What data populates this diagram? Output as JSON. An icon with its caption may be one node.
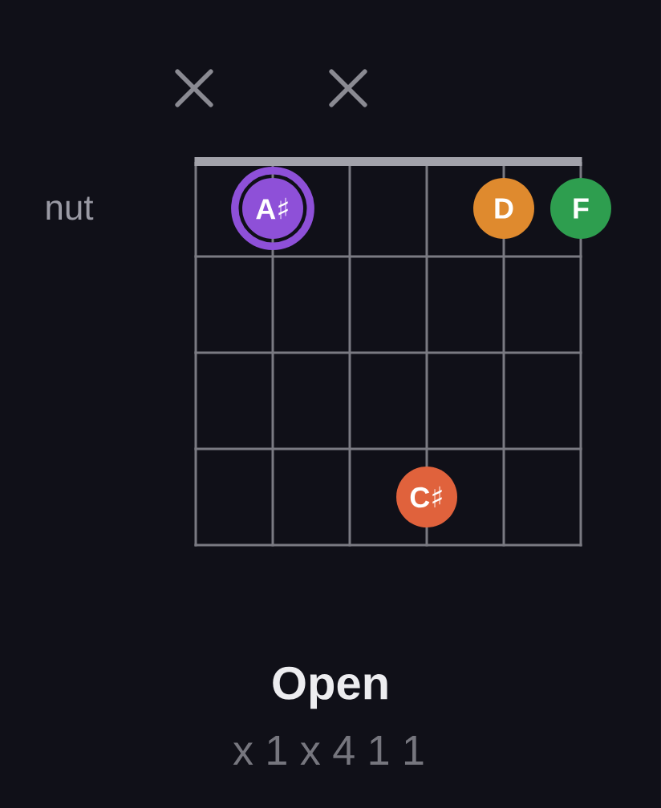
{
  "diagram": {
    "title": "Open",
    "nodes": [
      {
        "text": [],
        "shape": "cross"
      },
      {
        "text": [],
        "shape": "cross"
      },
      {
        "text": [],
        "shape": "circle"
      },
      {
        "text": [
          "A♯"
        ],
        "in": 2
      },
      {
        "text": [
          "D"
        ]
      },
      {
        "text": [
          "F"
        ]
      },
      {
        "text": [
          "C♯"
        ]
      }
    ],
    "labels": [
      "nut",
      "x 1 x 4 1 1"
    ]
  }
}
